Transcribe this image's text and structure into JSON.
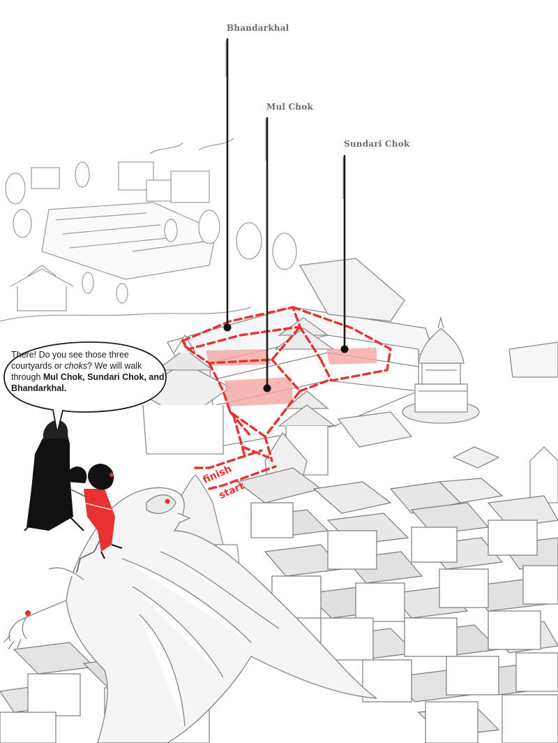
{
  "labels": {
    "bhandarkhal": "Bhandarkhal",
    "mul_chok": "Mul Chok",
    "sundari_chok": "Sundari Chok",
    "finish": "finish",
    "start": "start"
  },
  "speech": {
    "part1": "There! Do you see those three courtyards or ",
    "choks": "choks",
    "part2": "?  We will walk through ",
    "mul_chok": "Mul Chok",
    "sep1": ", ",
    "sundari_chok": "Sundari Chok",
    "sep2": ", and ",
    "bhandarkhal": "Bhandarkhal",
    "end": "."
  },
  "colors": {
    "accent_red": "#e8322f",
    "courtyard_fill": "#f4a6a2",
    "ink": "#1a1a1a",
    "label_gray": "#6d6d6d",
    "sketch_gray": "#b9b9b9",
    "background": "#ffffff"
  }
}
